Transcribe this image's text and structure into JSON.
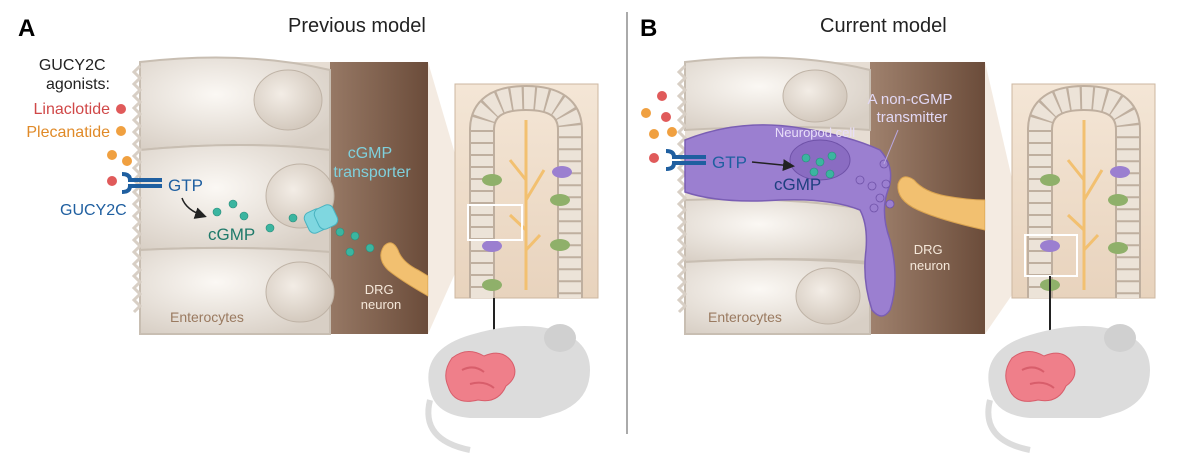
{
  "panels": [
    {
      "letter": "A",
      "title": "Previous model",
      "agonists_title_line1": "GUCY2C",
      "agonists_title_line2": "agonists:",
      "linaclotide": "Linaclotide",
      "plecanatide": "Plecanatide",
      "receptor": "GUCY2C",
      "gtp": "GTP",
      "cgmp": "cGMP",
      "transporter_line1": "cGMP",
      "transporter_line2": "transporter",
      "drg_line1": "DRG",
      "drg_line2": "neuron",
      "enterocytes": "Enterocytes"
    },
    {
      "letter": "B",
      "title": "Current model",
      "gtp": "GTP",
      "cgmp": "cGMP",
      "neuropod": "Neuropod cell",
      "transmitter_line1": "A non-cGMP",
      "transmitter_line2": "transmitter",
      "drg_line1": "DRG",
      "drg_line2": "neuron",
      "enterocytes": "Enterocytes"
    }
  ],
  "colors": {
    "linaclotide": "#e05a5a",
    "plecanatide": "#f0a040",
    "receptor": "#1f5fa0",
    "cgmp_dot": "#3bb5a0",
    "transporter": "#7fd7e0",
    "neuropod": "#9b7fd0",
    "drg": "#f2c070",
    "lumen": "#f3e6d6",
    "tissue": "#7a5a46",
    "enterocyte": "#efe8e0",
    "mouse": "#dcdcdc",
    "intestine": "#ef7f8a"
  }
}
